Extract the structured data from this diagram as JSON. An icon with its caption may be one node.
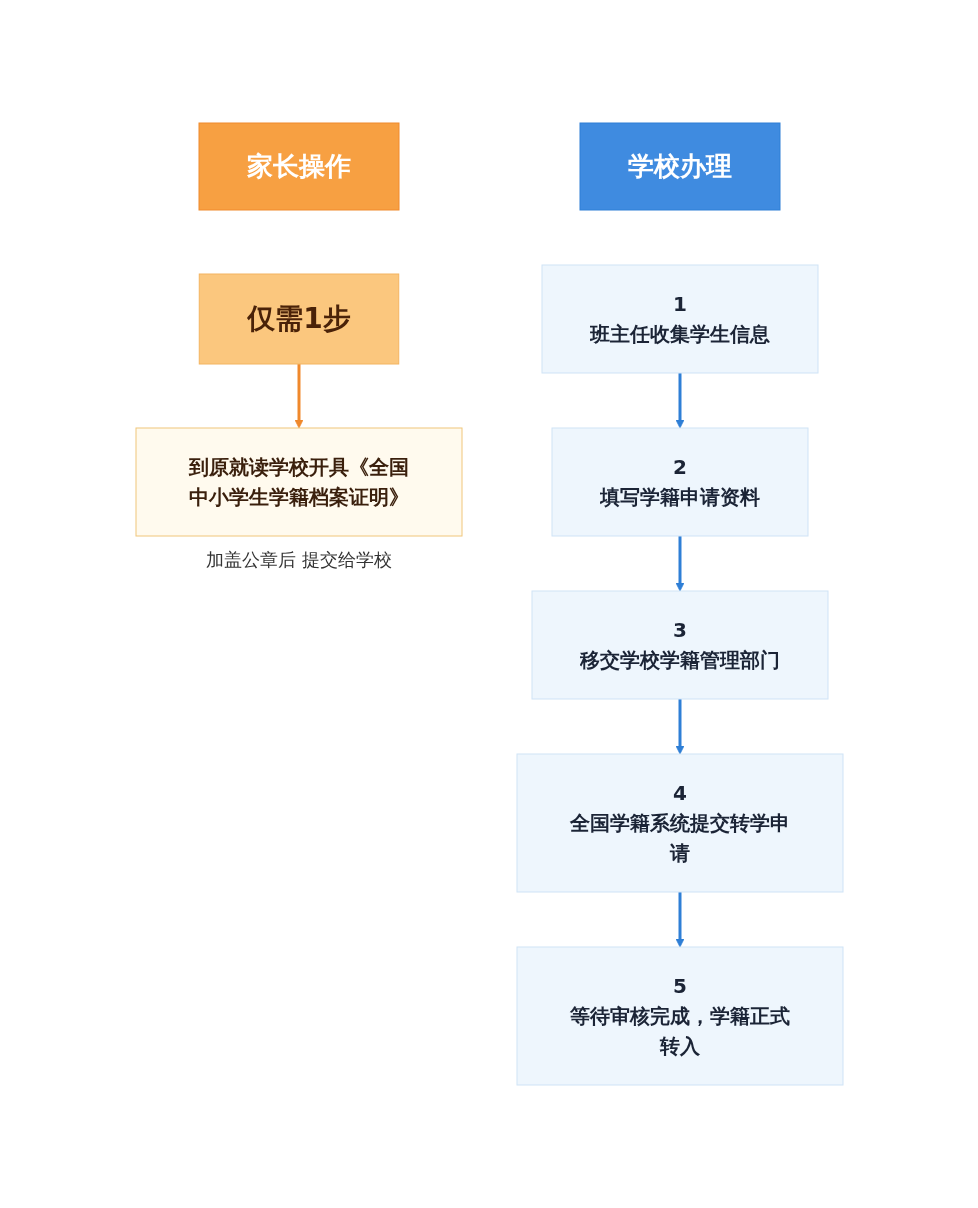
{
  "diagram": {
    "nodes": [
      {
        "text": [
          "家长操作"
        ]
      },
      {
        "text": [
          "仅需1步"
        ]
      },
      {
        "text": [
          "到原就读学校开具《全国中小学生学籍档案证明》"
        ],
        "beside": [
          "加盖公章后 提交给学校"
        ]
      },
      {
        "text": [
          "学校办理"
        ]
      },
      {
        "text": [
          "1",
          "班主任收集学生信息"
        ]
      },
      {
        "text": [
          "2",
          "填写学籍申请资料"
        ]
      },
      {
        "text": [
          "3",
          "移交学校学籍管理部门"
        ]
      },
      {
        "text": [
          "4",
          "全国学籍系统提交转学申请"
        ]
      },
      {
        "text": [
          "5",
          "等待审核完成，学籍正式转入"
        ]
      }
    ],
    "edges": [
      {
        "from": 1,
        "to": 2,
        "arrow": "to",
        "color": "#f0892c"
      },
      {
        "from": 4,
        "to": 5,
        "arrow": "to"
      },
      {
        "from": 5,
        "to": 6,
        "arrow": "to"
      },
      {
        "from": 6,
        "to": 7,
        "arrow": "to"
      },
      {
        "from": 7,
        "to": 8,
        "arrow": "to"
      }
    ]
  }
}
